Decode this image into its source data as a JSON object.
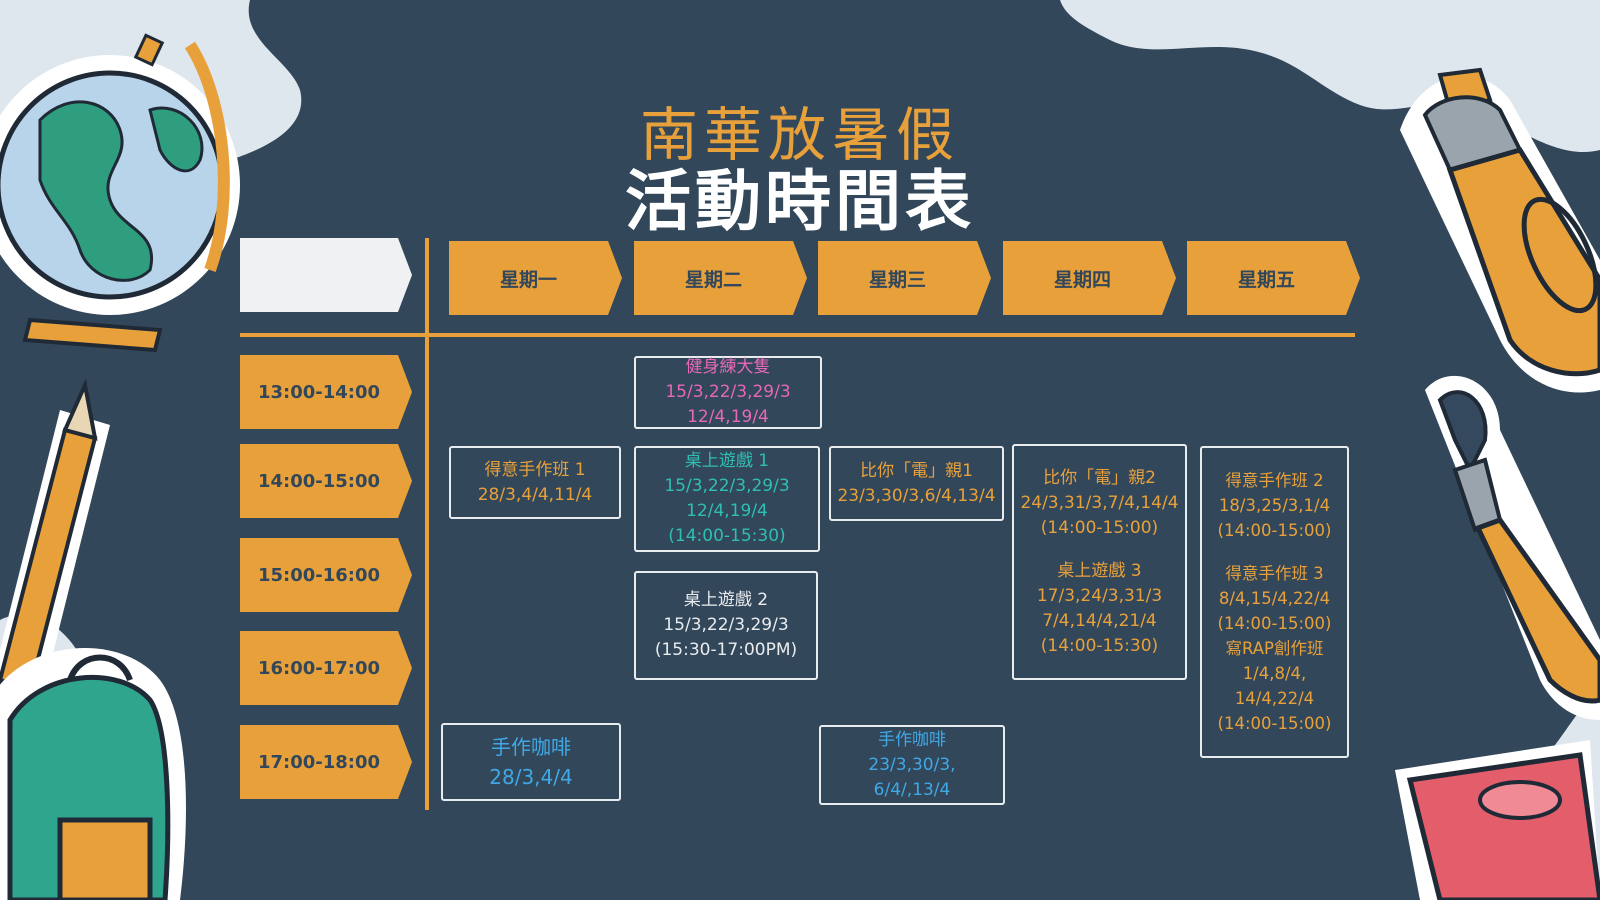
{
  "title_line1": "南華放暑假",
  "title_line2": "活動時間表",
  "colors": {
    "background": "#33475a",
    "accent": "#e8a13a",
    "white": "#ffffff",
    "pink": "#e668b7",
    "teal": "#2fbfb2",
    "blue": "#3fa9e6",
    "light": "#e9ecef"
  },
  "days": [
    "星期一",
    "星期二",
    "星期三",
    "星期四",
    "星期五"
  ],
  "times": [
    "13:00-14:00",
    "14:00-15:00",
    "15:00-16:00",
    "16:00-17:00",
    "17:00-18:00"
  ],
  "activities": {
    "tue_fitness": {
      "lines": [
        "健身練大隻",
        "15/3,22/3,29/3",
        "12/4,19/4"
      ],
      "color": "#e668b7"
    },
    "mon_craft1": {
      "lines": [
        "得意手作班 1",
        "28/3,4/4,11/4"
      ],
      "color": "#e8a13a"
    },
    "tue_board1": {
      "lines": [
        "桌上遊戲 1",
        "15/3,22/3,29/3",
        "12/4,19/4",
        "(14:00-15:30)"
      ],
      "color": "#2fbfb2"
    },
    "wed_elec1": {
      "lines": [
        "比你「電」親1",
        "23/3,30/3,6/4,13/4"
      ],
      "color": "#e8a13a"
    },
    "thu_combo": {
      "lines": [
        "比你「電」親2",
        "24/3,31/3,7/4,14/4",
        "(14:00-15:00)",
        "",
        "桌上遊戲 3",
        "17/3,24/3,31/3",
        "7/4,14/4,21/4",
        "(14:00-15:30)"
      ],
      "color": "#e8a13a"
    },
    "fri_combo": {
      "lines": [
        "得意手作班 2",
        "18/3,25/3,1/4",
        "(14:00-15:00)",
        "",
        "得意手作班 3",
        "8/4,15/4,22/4",
        "(14:00-15:00)",
        "寫RAP創作班",
        "1/4,8/4,",
        "14/4,22/4",
        "(14:00-15:00)"
      ],
      "color": "#e8a13a"
    },
    "tue_board2": {
      "lines": [
        "桌上遊戲 2",
        "15/3,22/3,29/3",
        "(15:30-17:00PM)"
      ],
      "color": "#e9ecef"
    },
    "mon_coffee": {
      "lines": [
        "手作咖啡",
        "28/3,4/4"
      ],
      "color": "#3fa9e6"
    },
    "wed_coffee": {
      "lines": [
        "手作咖啡",
        "23/3,30/3,",
        "6/4/,13/4"
      ],
      "color": "#3fa9e6"
    }
  }
}
